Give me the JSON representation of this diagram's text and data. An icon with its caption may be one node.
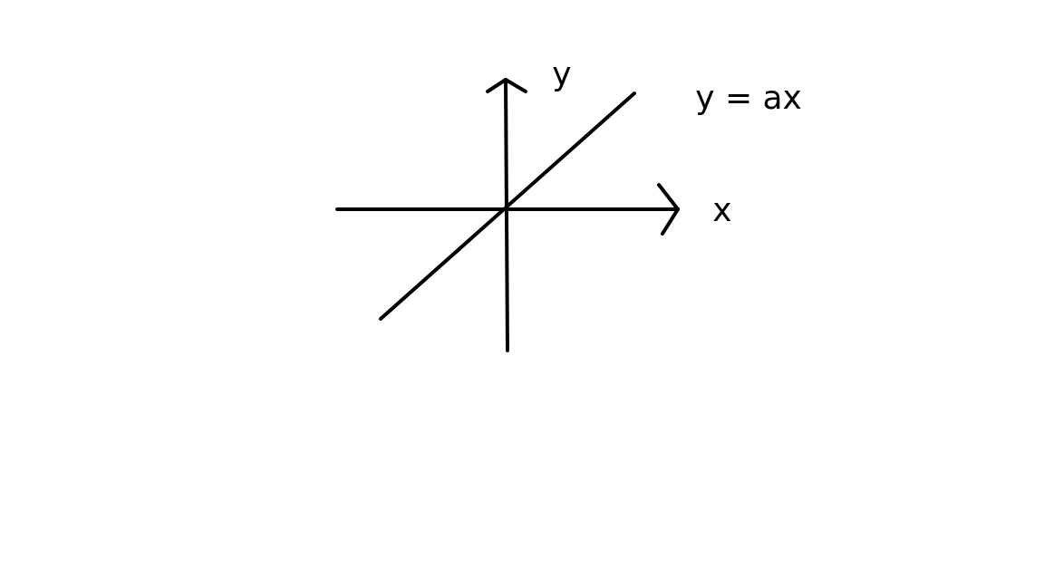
{
  "diagram": {
    "labels": [
      "y",
      "x",
      "y = ax"
    ]
  }
}
